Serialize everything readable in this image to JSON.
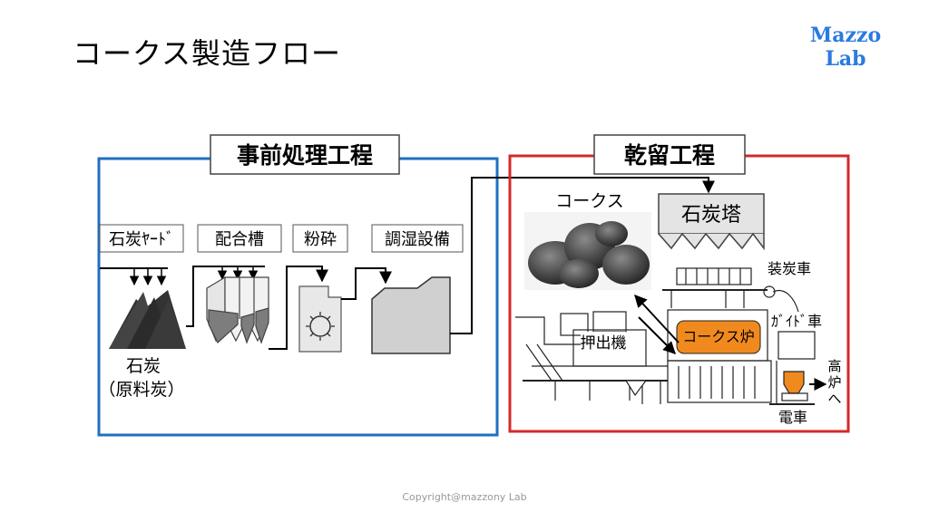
{
  "slide": {
    "title": "コークス製造フロー",
    "logo_line1": "Mazzo",
    "logo_line2": "Lab",
    "copyright": "Copyright@mazzony Lab"
  },
  "pretreatment": {
    "heading": "事前処理工程",
    "border_color": "#1f6fc1",
    "steps": {
      "coal_yard": "石炭ﾔｰﾄﾞ",
      "blending_tank": "配合槽",
      "crushing": "粉砕",
      "moisture_control": "調湿設備"
    },
    "coal_label_line1": "石炭",
    "coal_label_line2": "（原料炭）"
  },
  "carbonization": {
    "heading": "乾留工程",
    "border_color": "#d42a2a",
    "coke_label": "コークス",
    "coal_tower": "石炭塔",
    "charging_car": "装炭車",
    "guide_car": "ｶﾞｲﾄﾞ車",
    "coke_oven": "コークス炉",
    "oven_color": "#f08a1e",
    "pusher": "押出機",
    "electric_car": "電車",
    "to_blast_furnace": [
      "高",
      "炉",
      "へ"
    ]
  }
}
